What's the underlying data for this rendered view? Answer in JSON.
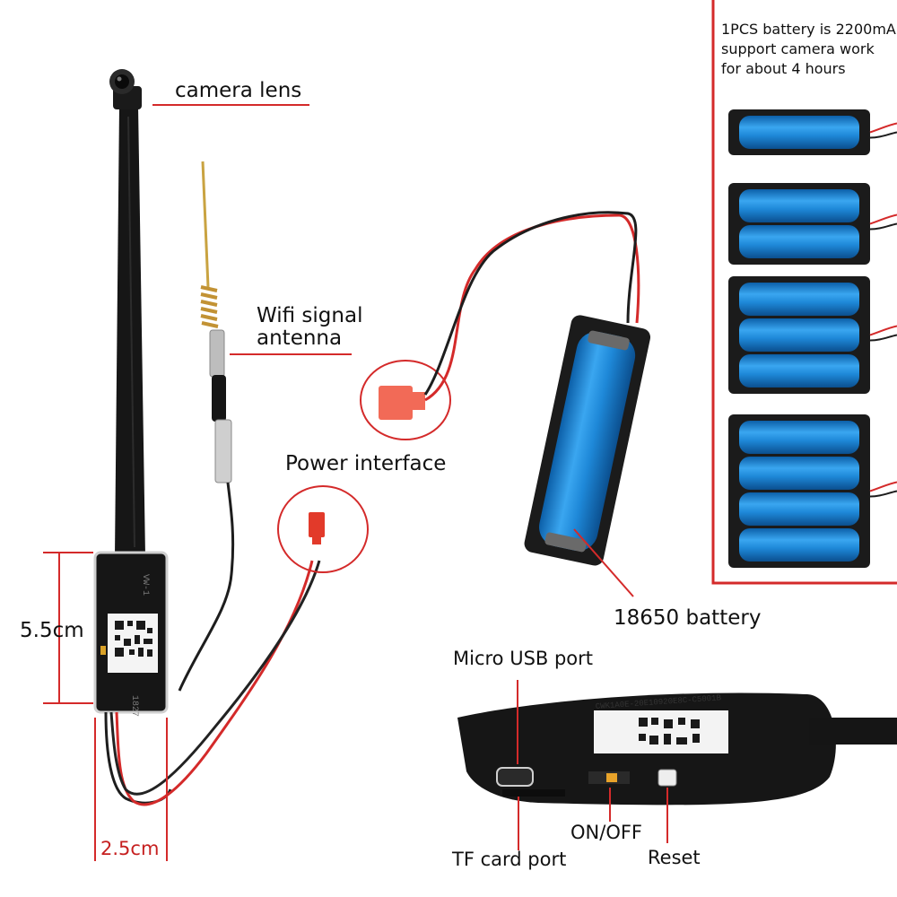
{
  "labels": {
    "camera_lens": "camera lens",
    "wifi_antenna_line1": "Wifi signal",
    "wifi_antenna_line2": "antenna",
    "power_interface": "Power interface",
    "battery_18650": "18650 battery",
    "micro_usb_port": "Micro USB port",
    "on_off": "ON/OFF",
    "tf_card_port": "TF card port",
    "reset": "Reset",
    "height_dim": "5.5cm",
    "width_dim": "2.5cm"
  },
  "battery_note": {
    "line1": "1PCS battery is 2200mA",
    "line2": "support camera work",
    "line3": "for about 4 hours"
  },
  "module": {
    "print_code": "1827",
    "print_model": "VW-1",
    "sticker_text": "CWK1A0E-20E10920E8C-C5001B"
  },
  "battery_packs": [
    1,
    2,
    3,
    4
  ],
  "colors": {
    "accent_red": "#d42a2a",
    "battery_blue": "#1e88d8",
    "holder_black": "#1b1b1b"
  }
}
